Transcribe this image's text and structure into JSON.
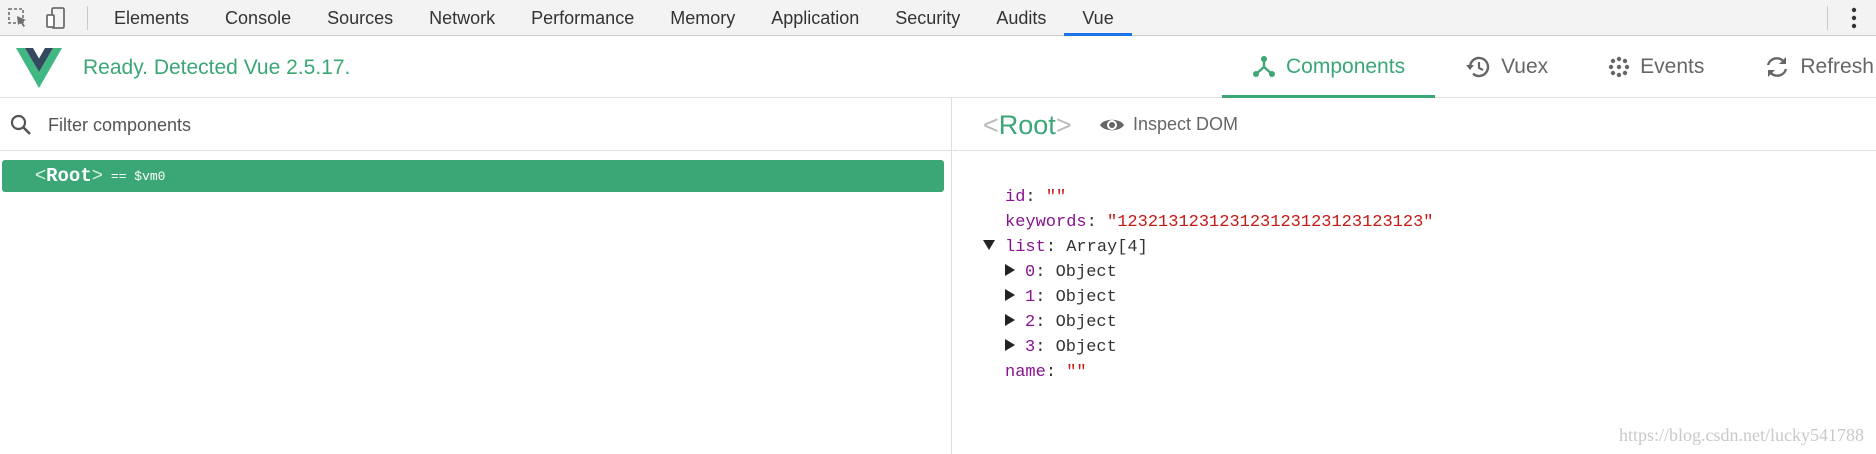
{
  "devtools": {
    "tabs": [
      "Elements",
      "Console",
      "Sources",
      "Network",
      "Performance",
      "Memory",
      "Application",
      "Security",
      "Audits",
      "Vue"
    ],
    "active_tab": "Vue",
    "accent_color": "#1a73e8"
  },
  "vue_header": {
    "status": "Ready. Detected Vue 2.5.17.",
    "tabs": [
      {
        "label": "Components",
        "icon": "components-icon",
        "active": true
      },
      {
        "label": "Vuex",
        "icon": "history-icon",
        "active": false
      },
      {
        "label": "Events",
        "icon": "events-icon",
        "active": false
      },
      {
        "label": "Refresh",
        "icon": "refresh-icon",
        "active": false
      }
    ],
    "brand_color": "#3ba776"
  },
  "components_pane": {
    "filter_placeholder": "Filter components",
    "tree": [
      {
        "open": "<",
        "name": "Root",
        "close": ">",
        "ref": "== $vm0",
        "selected": true
      }
    ]
  },
  "inspector": {
    "selected": {
      "open": "<",
      "name": "Root",
      "close": ">"
    },
    "inspect_dom_label": "Inspect DOM",
    "state": [
      {
        "key": "id",
        "value": "\"\"",
        "type": "string"
      },
      {
        "key": "keywords",
        "value": "\"123213123123123123123123123123\"",
        "type": "string"
      },
      {
        "key": "list",
        "value": "Array[4]",
        "type": "array",
        "expanded": true,
        "children": [
          {
            "key": "0",
            "value": "Object"
          },
          {
            "key": "1",
            "value": "Object"
          },
          {
            "key": "2",
            "value": "Object"
          },
          {
            "key": "3",
            "value": "Object"
          }
        ]
      },
      {
        "key": "name",
        "value": "\"\"",
        "type": "string"
      }
    ]
  },
  "watermark": "https://blog.csdn.net/lucky541788"
}
